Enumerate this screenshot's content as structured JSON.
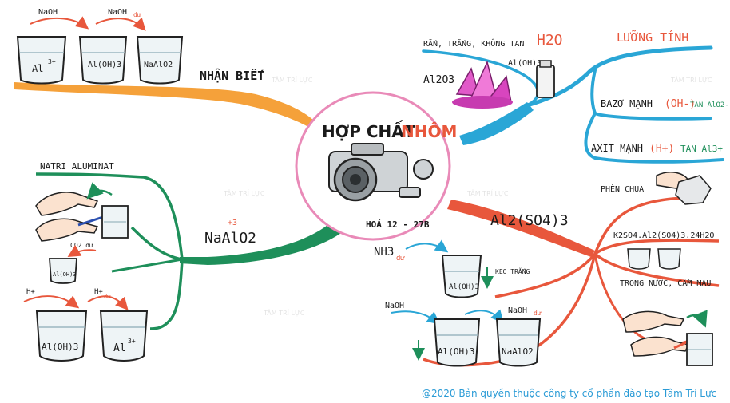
{
  "center": {
    "title_a": "HỢP CHẤT",
    "title_b": "NHÔM",
    "caption": "HOÁ 12 - 27B"
  },
  "branches": {
    "nhan_biet": {
      "title": "NHẬN BIẾT",
      "reagent1": "NaOH",
      "reagent2": "NaOH",
      "reagent2_sub": "dư",
      "beaker1": "Al",
      "beaker1_sup": "3+",
      "beaker2": "Al(OH)3",
      "beaker3": "NaAlO2"
    },
    "al2o3": {
      "formula": "Al2O3",
      "desc": "RẮN, TRẮNG, KHÔNG TAN",
      "desc_h2o": "H2O",
      "aloh3": "Al(OH)3",
      "luong_tinh": "LƯỠNG TÍNH",
      "bazo": "BAZƠ MẠNH",
      "bazo_ion": "(OH-)",
      "bazo_result": "TAN AlO2-",
      "axit": "AXIT MẠNH",
      "axit_ion": "(H+)",
      "axit_result": "TAN Al3+"
    },
    "naalo2": {
      "title": "NaAlO2",
      "ox": "+3",
      "natri": "NATRI ALUMINAT",
      "co2": "CO2 dư",
      "aloh3_small": "Al(OH)3",
      "h1": "H+",
      "h2": "H+",
      "h2_sub": "dư",
      "aloh3": "Al(OH)3",
      "al": "Al",
      "al_sup": "3+"
    },
    "al2so4": {
      "title": "Al2(SO4)3",
      "phen": "PHÈN CHUA",
      "phen_formula": "K2SO4.Al2(SO4)3.24H2O",
      "trong_nuoc": "TRONG NƯỚC, CẦM MÀU",
      "nh3": "NH3",
      "nh3_sub": "dư",
      "keo": "KEO TRẮNG",
      "aloh3_top": "Al(OH)3",
      "naoh1": "NaOH",
      "naoh2": "NaOH",
      "naoh2_sub": "dư",
      "aloh3_bottom": "Al(OH)3",
      "naalo2": "NaAlO2"
    }
  },
  "watermark": "TÂM TRÍ LỰC",
  "footer": "@2020 Bản quyền thuộc công ty cổ phần đào tạo Tâm Trí Lực",
  "colors": {
    "orange": "#f5a13a",
    "blue": "#2aa6d6",
    "green": "#1e8f5a",
    "red": "#e8573c",
    "pink": "#e98ab8",
    "accent": "#e8573c"
  },
  "icons": [
    "beaker-icon",
    "camera-icon",
    "crystal-icon",
    "hand-icon",
    "rock-icon",
    "arrow-icon"
  ]
}
